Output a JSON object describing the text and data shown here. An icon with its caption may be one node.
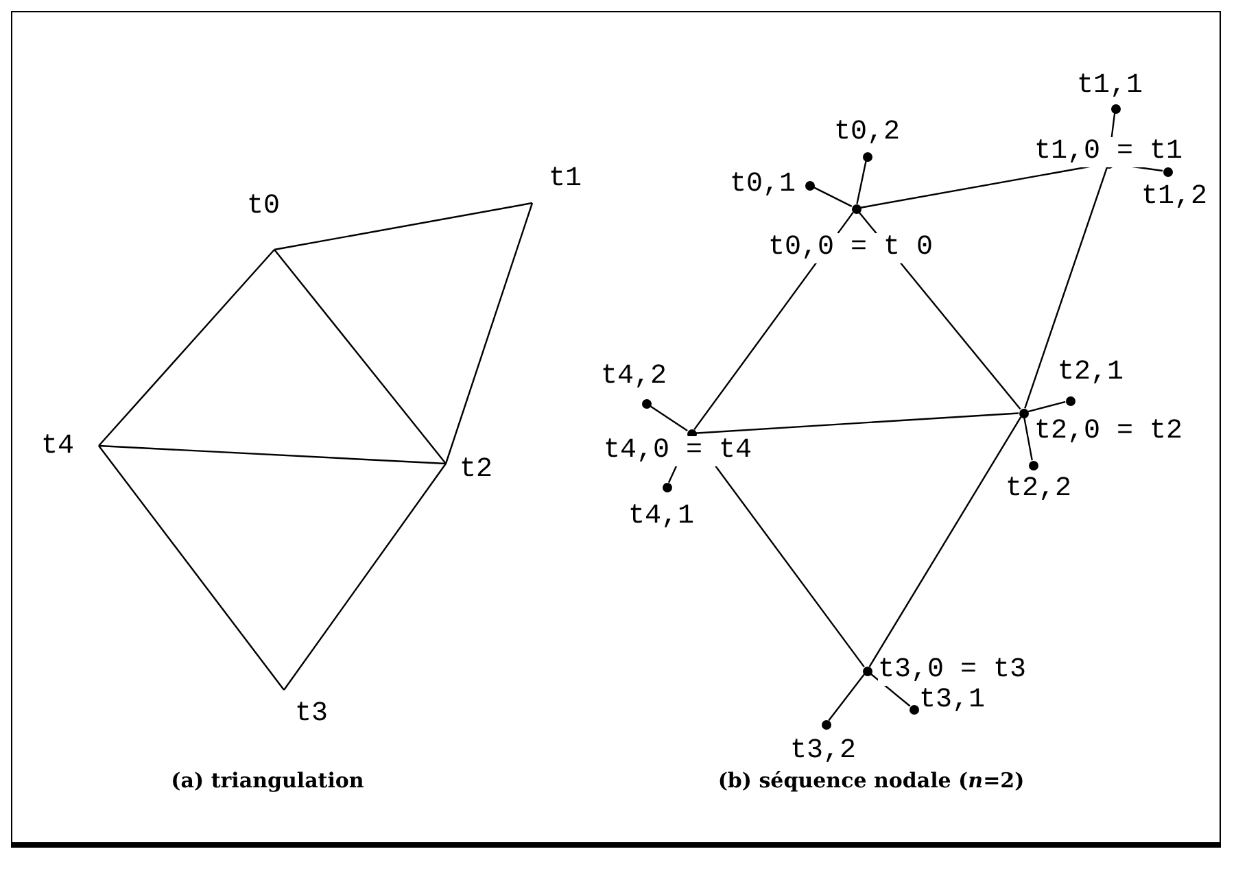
{
  "diagram": {
    "nodes": [
      {
        "text": [
          "t0"
        ]
      },
      {
        "text": [
          "t1"
        ]
      },
      {
        "text": [
          "t2"
        ]
      },
      {
        "text": [
          "t3"
        ]
      },
      {
        "text": [
          "t4"
        ]
      },
      {
        "text": [],
        "shape": "circle",
        "beside": [
          "t0,0 = t 0"
        ]
      },
      {
        "text": [],
        "shape": "circle",
        "beside": [
          "t0,1"
        ]
      },
      {
        "text": [],
        "shape": "circle",
        "beside": [
          "t0,2"
        ]
      },
      {
        "text": [],
        "shape": "circle",
        "beside": [
          "t1,0 = t1"
        ]
      },
      {
        "text": [],
        "shape": "circle",
        "beside": [
          "t1,1"
        ]
      },
      {
        "text": [],
        "shape": "circle",
        "beside": [
          "t1,2"
        ]
      },
      {
        "text": [],
        "shape": "circle",
        "beside": [
          "t2,0 = t2"
        ]
      },
      {
        "text": [],
        "shape": "circle",
        "beside": [
          "t2,1"
        ]
      },
      {
        "text": [],
        "shape": "circle",
        "beside": [
          "t2,2"
        ]
      },
      {
        "text": [],
        "shape": "circle",
        "beside": [
          "t3,0 = t3"
        ]
      },
      {
        "text": [],
        "shape": "circle",
        "beside": [
          "t3,1"
        ]
      },
      {
        "text": [],
        "shape": "circle",
        "beside": [
          "t3,2"
        ]
      },
      {
        "text": [],
        "shape": "circle",
        "beside": [
          "t4,0 = t4"
        ]
      },
      {
        "text": [],
        "shape": "circle",
        "beside": [
          "t4,1"
        ]
      },
      {
        "text": [],
        "shape": "circle",
        "beside": [
          "t4,2"
        ]
      }
    ],
    "edges": [
      {
        "from": 0,
        "to": 1,
        "arrow": "none"
      },
      {
        "from": 1,
        "to": 2,
        "arrow": "none"
      },
      {
        "from": 0,
        "to": 2,
        "arrow": "none"
      },
      {
        "from": 0,
        "to": 4,
        "arrow": "none"
      },
      {
        "from": 4,
        "to": 2,
        "arrow": "none"
      },
      {
        "from": 4,
        "to": 3,
        "arrow": "none"
      },
      {
        "from": 3,
        "to": 2,
        "arrow": "none"
      },
      {
        "from": 5,
        "to": 8,
        "arrow": "none"
      },
      {
        "from": 8,
        "to": 11,
        "arrow": "none"
      },
      {
        "from": 5,
        "to": 11,
        "arrow": "none"
      },
      {
        "from": 5,
        "to": 17,
        "arrow": "none"
      },
      {
        "from": 17,
        "to": 11,
        "arrow": "none"
      },
      {
        "from": 17,
        "to": 14,
        "arrow": "none"
      },
      {
        "from": 14,
        "to": 11,
        "arrow": "none"
      },
      {
        "from": 5,
        "to": 6,
        "arrow": "none"
      },
      {
        "from": 5,
        "to": 7,
        "arrow": "none"
      },
      {
        "from": 8,
        "to": 9,
        "arrow": "none"
      },
      {
        "from": 8,
        "to": 10,
        "arrow": "none"
      },
      {
        "from": 11,
        "to": 12,
        "arrow": "none"
      },
      {
        "from": 11,
        "to": 13,
        "arrow": "none"
      },
      {
        "from": 14,
        "to": 15,
        "arrow": "none"
      },
      {
        "from": 14,
        "to": 16,
        "arrow": "none"
      },
      {
        "from": 17,
        "to": 18,
        "arrow": "none"
      },
      {
        "from": 17,
        "to": 19,
        "arrow": "none"
      }
    ],
    "labels": [
      "(a) triangulation",
      "(b) séquence nodale (*n*=2)"
    ]
  }
}
